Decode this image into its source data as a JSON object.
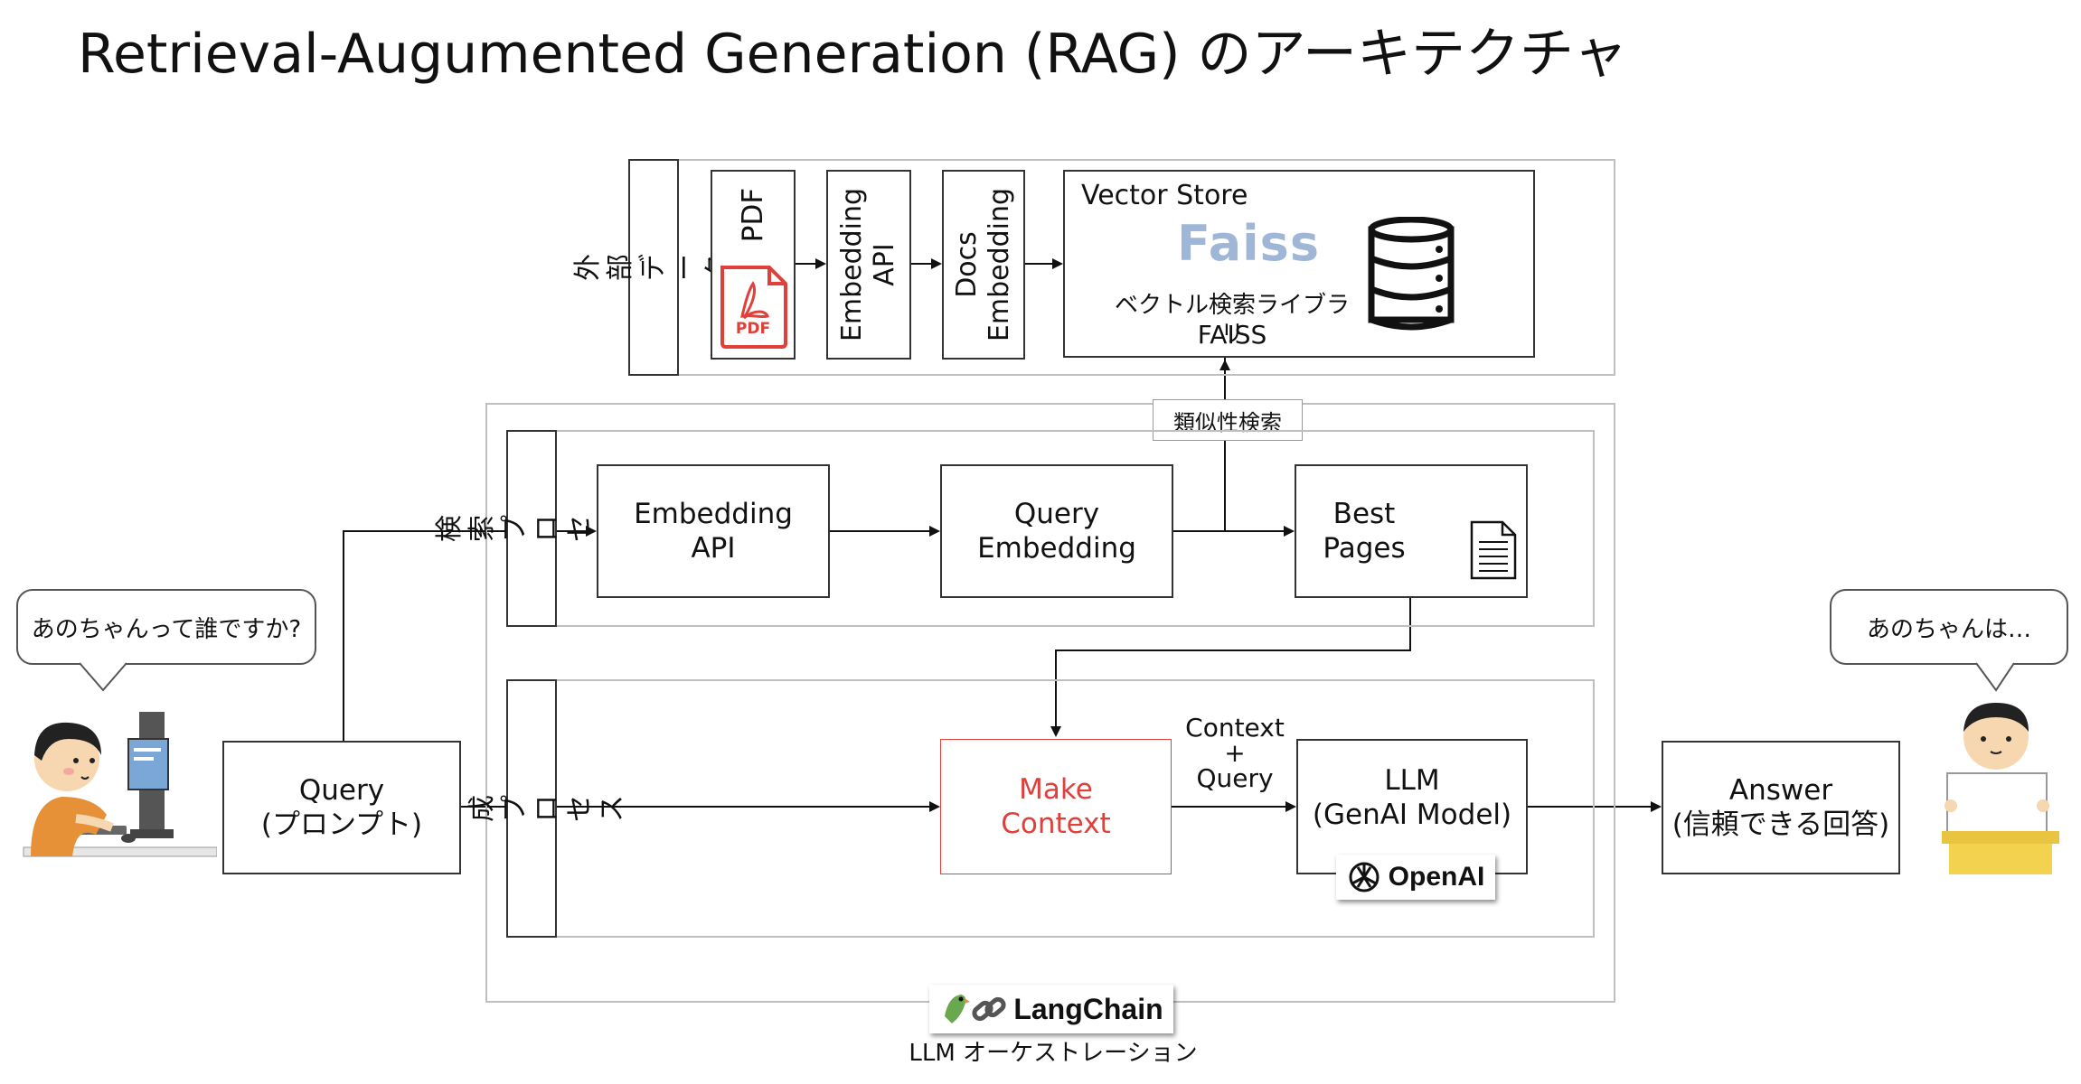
{
  "title": "Retrieval-Augumented Generation (RAG) のアーキテクチャ",
  "external_data": {
    "label": "外部データ",
    "pdf_label": "PDF",
    "pdf_icon_text": "PDF",
    "embedding_api": "Embedding\nAPI",
    "docs_embedding": "Docs\nEmbedding",
    "vector_store": {
      "title": "Vector Store",
      "faiss_logo": "Faiss",
      "caption_line1": "ベクトル検索ライブラリ",
      "caption_line2": "FAISS"
    }
  },
  "similarity_search": "類似性検索",
  "search_process": {
    "label": "検索プロセス",
    "embedding_api": "Embedding\nAPI",
    "query_embedding": "Query\nEmbedding",
    "best_pages": "Best\nPages"
  },
  "generation_process": {
    "label": "生成プロセス",
    "make_context": "Make\nContext",
    "context_query": "Context\n+\nQuery",
    "llm": "LLM\n(GenAI Model)",
    "openai_badge": "OpenAI"
  },
  "query_box": "Query\n(プロンプト)",
  "answer_box": "Answer\n(信頼できる回答)",
  "user_bubble": "あのちゃんって誰ですか?",
  "answer_bubble": "あのちゃんは…",
  "langchain_badge": "LangChain",
  "langchain_caption": "LLM オーケストレーション",
  "colors": {
    "accent_red": "#e0403a",
    "border": "#333333",
    "frame": "#bfbfbf"
  }
}
